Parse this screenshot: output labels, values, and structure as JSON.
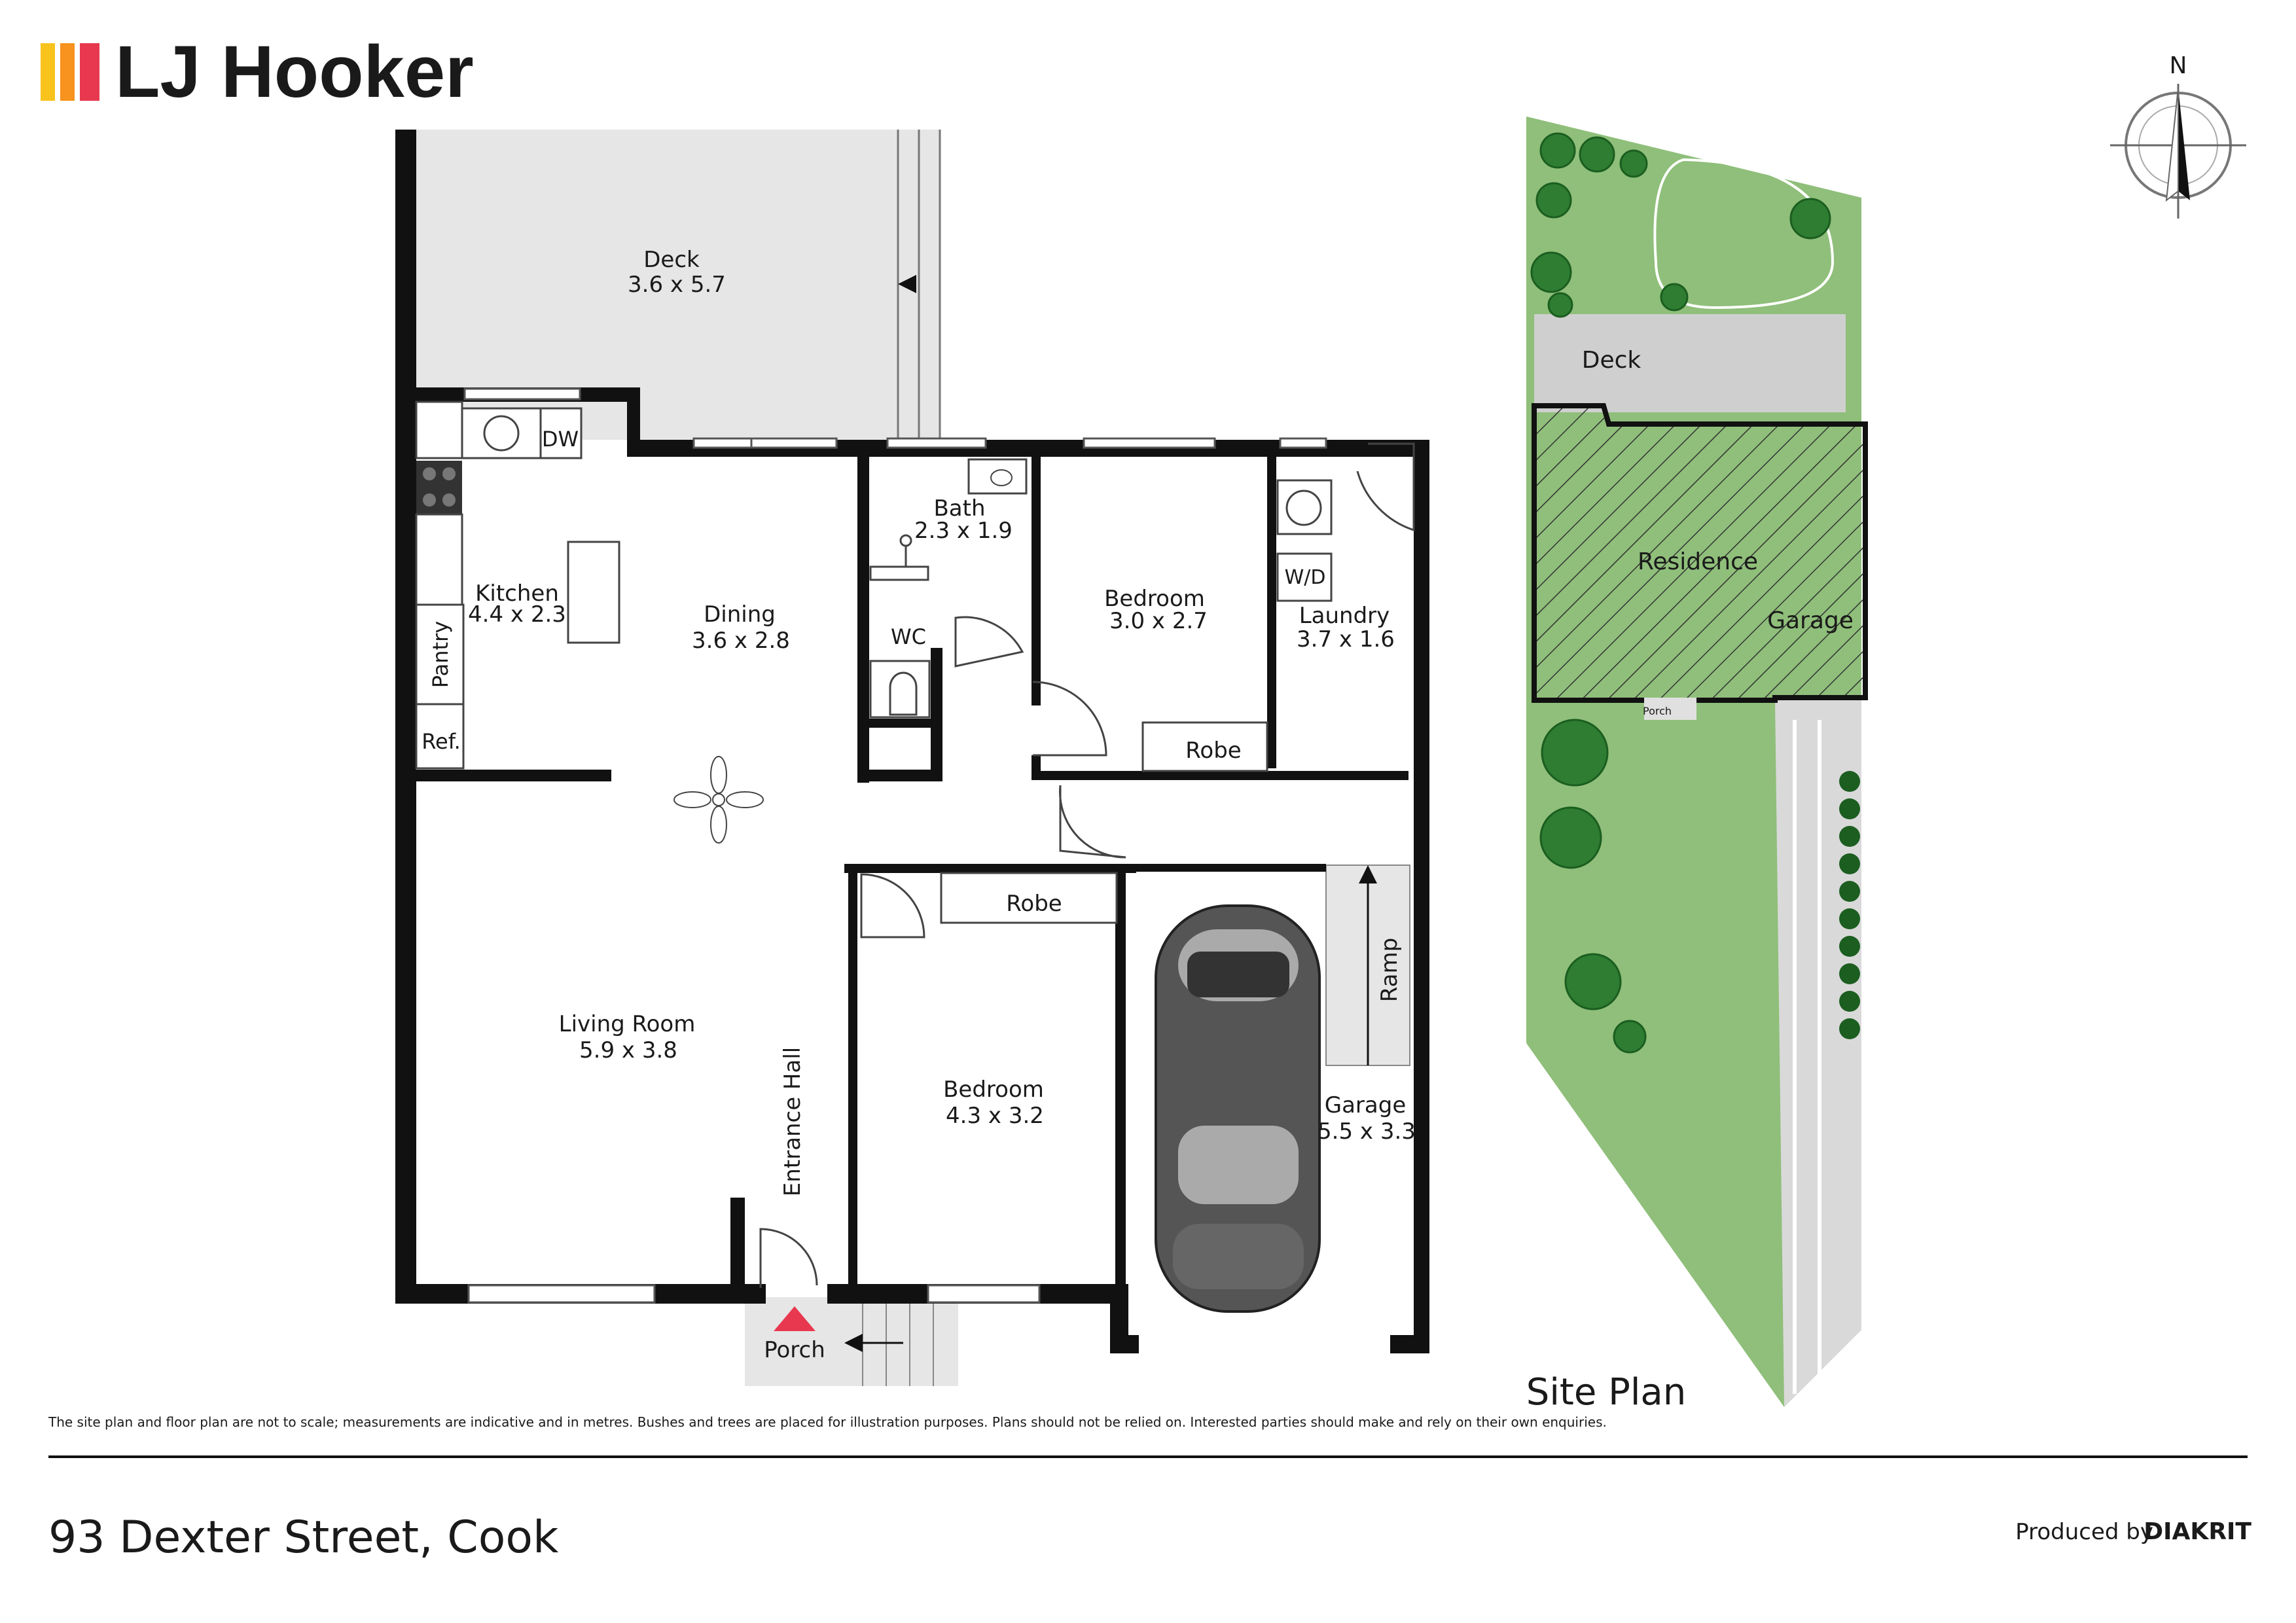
{
  "brand": {
    "name": "LJ Hooker",
    "colors": [
      "#f9c31d",
      "#f7931e",
      "#e8384f"
    ]
  },
  "compass": {
    "label": "N"
  },
  "floor_plan": {
    "rooms": {
      "deck": {
        "name": "Deck",
        "size": "3.6 x 5.7"
      },
      "kitchen": {
        "name": "Kitchen",
        "size": "4.4 x 2.3"
      },
      "dining": {
        "name": "Dining",
        "size": "3.6 x 2.8"
      },
      "bath": {
        "name": "Bath",
        "size": "2.3 x 1.9"
      },
      "bedroom1": {
        "name": "Bedroom",
        "size": "3.0 x 2.7"
      },
      "laundry": {
        "name": "Laundry",
        "size": "3.7 x 1.6"
      },
      "living": {
        "name": "Living Room",
        "size": "5.9 x 3.8"
      },
      "bedroom2": {
        "name": "Bedroom",
        "size": "4.3 x 3.2"
      },
      "garage": {
        "name": "Garage",
        "size": "5.5 x 3.3"
      }
    },
    "fixtures": {
      "dw": "DW",
      "pantry": "Pantry",
      "ref": "Ref.",
      "wc": "WC",
      "robe1": "Robe",
      "robe2": "Robe",
      "wd": "W/D",
      "ramp": "Ramp",
      "entrance_hall": "Entrance Hall",
      "porch": "Porch"
    }
  },
  "site_plan": {
    "title": "Site Plan",
    "deck": "Deck",
    "residence": "Residence",
    "garage": "Garage",
    "porch": "Porch"
  },
  "disclaimer": "The site plan and floor plan are not to scale; measurements are indicative and in metres. Bushes and trees are placed for illustration purposes. Plans should not be relied on. Interested parties should make and rely on their own enquiries.",
  "address": "93 Dexter Street, Cook",
  "producer": {
    "prefix": "Produced by",
    "name": "DIAKRIT"
  }
}
